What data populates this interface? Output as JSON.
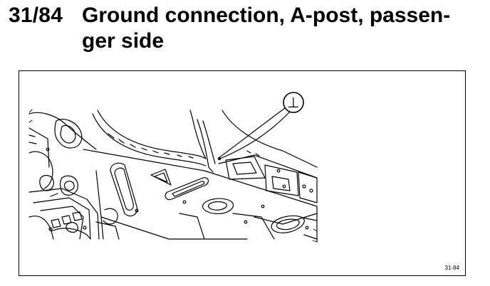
{
  "header": {
    "figure_number": "31/84",
    "title_line1": "Ground connection, A-post, passen-",
    "title_line2": "ger side"
  },
  "figure": {
    "ground_symbol": "⊥",
    "ground_symbol_name": "ground-symbol-icon",
    "code": "31-84"
  }
}
